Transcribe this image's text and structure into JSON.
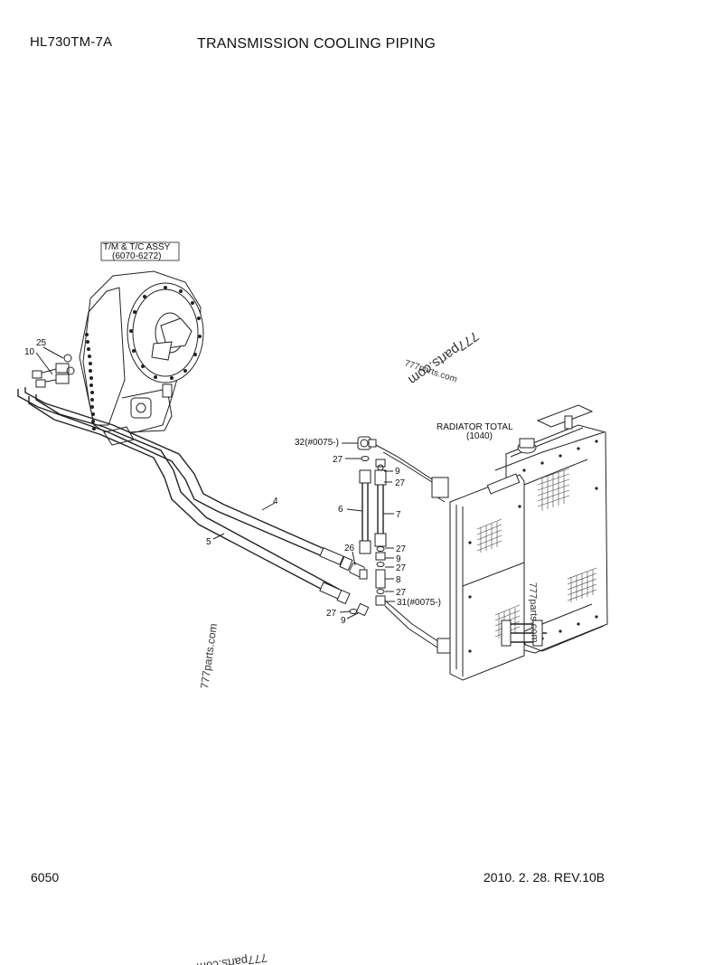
{
  "header": {
    "model": "HL730TM-7A",
    "title": "TRANSMISSION COOLING PIPING"
  },
  "footer": {
    "page_number": "6050",
    "revision": "2010. 2. 28. REV.10B"
  },
  "assemblies": {
    "transmission": {
      "line1": "T/M & T/C ASSY",
      "line2": "(6070-6272)"
    },
    "radiator": {
      "line1": "RADIATOR TOTAL",
      "line2": "(1040)"
    }
  },
  "callouts": {
    "c25": "25",
    "c10": "10",
    "c32": "32(#0075-)",
    "c27a": "27",
    "c9a": "9",
    "c27b": "27",
    "c6": "6",
    "c7": "7",
    "c4": "4",
    "c5": "5",
    "c26": "26",
    "c27c": "27",
    "c9b": "9",
    "c27d": "27",
    "c8": "8",
    "c27e": "27",
    "c31": "31(#0075-)",
    "c27f": "27",
    "c9c": "9"
  },
  "watermark": "777parts.com"
}
